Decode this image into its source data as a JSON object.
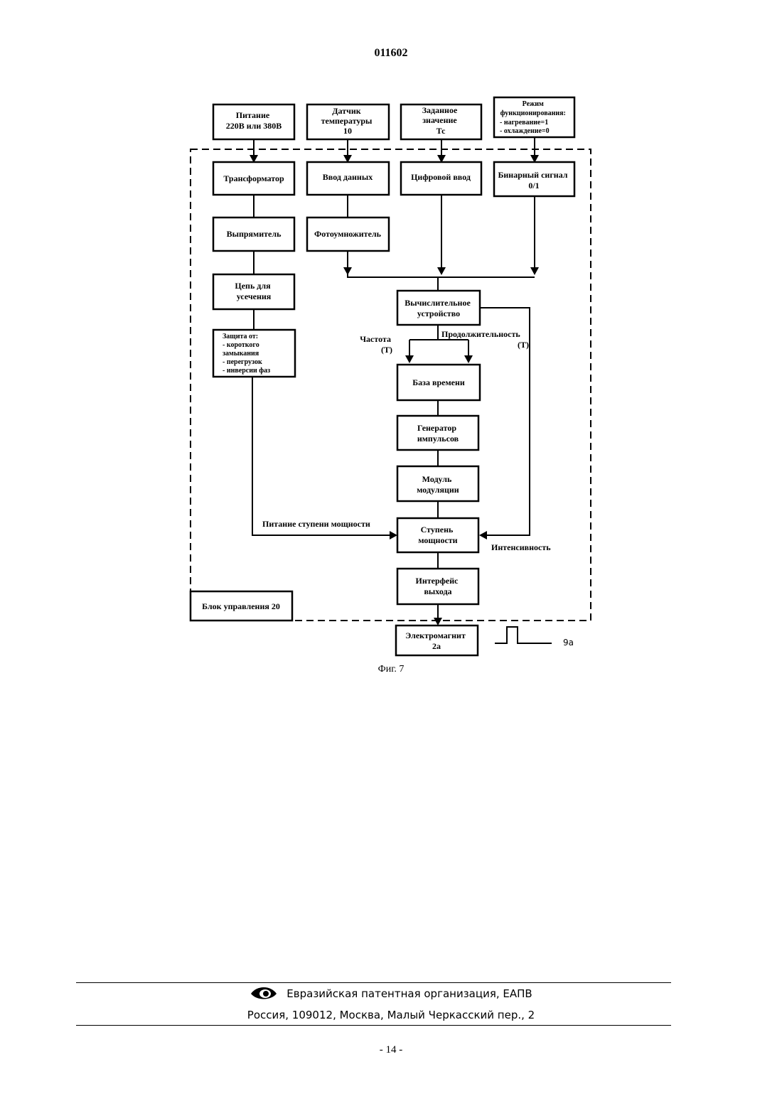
{
  "header": {
    "doc_number": "011602"
  },
  "figure": {
    "caption": "Фиг. 7",
    "control_unit_label": "Блок управления 20",
    "boxes": {
      "power": [
        "Питание",
        "220В или 380В"
      ],
      "temp_sensor": [
        "Датчик",
        "температуры",
        "10"
      ],
      "setpoint": [
        "Заданное",
        "значение",
        "Тс"
      ],
      "mode": [
        "Режим",
        "функционирования:",
        "- нагревание=1",
        "- охлаждение=0"
      ],
      "transformer": [
        "Трансформатор"
      ],
      "data_input": [
        "Ввод данных"
      ],
      "digital_input": [
        "Цифровой ввод"
      ],
      "binary_signal": [
        "Бинарный сигнал",
        "0/1"
      ],
      "rectifier": [
        "Выпрямитель"
      ],
      "photomultiplier": [
        "Фотоумножитель"
      ],
      "clipping_circuit": [
        "Цепь для",
        "усечения"
      ],
      "protection": [
        "Защита от:",
        "- короткого",
        "замыкания",
        "- перегрузок",
        "- инверсии фаз"
      ],
      "computing_device": [
        "Вычислительное",
        "устройство"
      ],
      "time_base": [
        "База времени"
      ],
      "pulse_generator": [
        "Генератор",
        "импульсов"
      ],
      "modulation_module": [
        "Модуль",
        "модуляции"
      ],
      "power_stage": [
        "Ступень",
        "мощности"
      ],
      "output_interface": [
        "Интерфейс",
        "выхода"
      ],
      "electromagnet": [
        "Электромагнит",
        "2а"
      ]
    },
    "labels": {
      "frequency": [
        "Частота",
        "(Т)"
      ],
      "duration": [
        "Продолжительность",
        "(Т)"
      ],
      "power_stage_supply": "Питание ступени мощности",
      "intensity": "Интенсивность",
      "signal_ref": "9а"
    }
  },
  "footer": {
    "org_line": "Евразийская патентная организация, ЕАПВ",
    "address_line": "Россия, 109012, Москва, Малый Черкасский пер., 2",
    "page": "- 14 -"
  }
}
